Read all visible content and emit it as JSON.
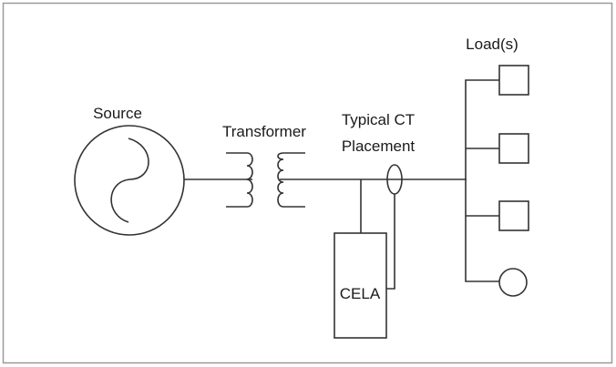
{
  "diagram": {
    "title": "CT placement single-line diagram",
    "labels": {
      "source": "Source",
      "transformer": "Transformer",
      "ct_line1": "Typical CT",
      "ct_line2": "Placement",
      "cela": "CELA",
      "loads": "Load(s)"
    },
    "components": [
      {
        "id": "source",
        "type": "ac-source",
        "label": "Source"
      },
      {
        "id": "transformer",
        "type": "transformer",
        "label": "Transformer"
      },
      {
        "id": "ct",
        "type": "current-transformer",
        "label": "Typical CT Placement"
      },
      {
        "id": "cela",
        "type": "meter-box",
        "label": "CELA"
      },
      {
        "id": "loads",
        "type": "load-group",
        "label": "Load(s)",
        "count": 4,
        "shapes": [
          "square",
          "square",
          "square",
          "circle"
        ]
      }
    ],
    "connections": [
      [
        "source",
        "transformer"
      ],
      [
        "transformer",
        "ct"
      ],
      [
        "ct",
        "loads"
      ],
      [
        "transformer",
        "cela"
      ],
      [
        "ct",
        "cela"
      ]
    ],
    "colors": {
      "line": "#333333",
      "border": "#999999",
      "text": "#1a1a1a",
      "background": "#ffffff"
    }
  }
}
